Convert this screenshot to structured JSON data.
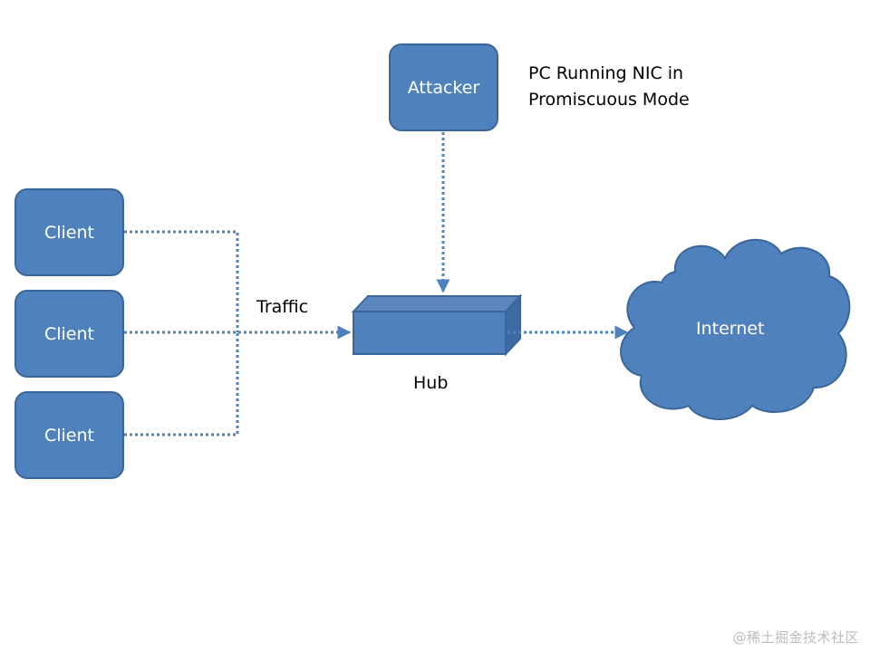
{
  "nodes": {
    "attacker": "Attacker",
    "clients": [
      "Client",
      "Client",
      "Client"
    ],
    "internet": "Internet"
  },
  "labels": {
    "attacker_note_line1": "PC Running NIC in",
    "attacker_note_line2": "Promiscuous Mode",
    "traffic": "Traffic",
    "hub": "Hub"
  },
  "watermark": "@稀土掘金技术社区",
  "colors": {
    "node_fill": "#4f81bd",
    "node_border": "#3a6699",
    "connector": "#4f81bd",
    "text": "#000000",
    "node_text": "#ffffff"
  }
}
